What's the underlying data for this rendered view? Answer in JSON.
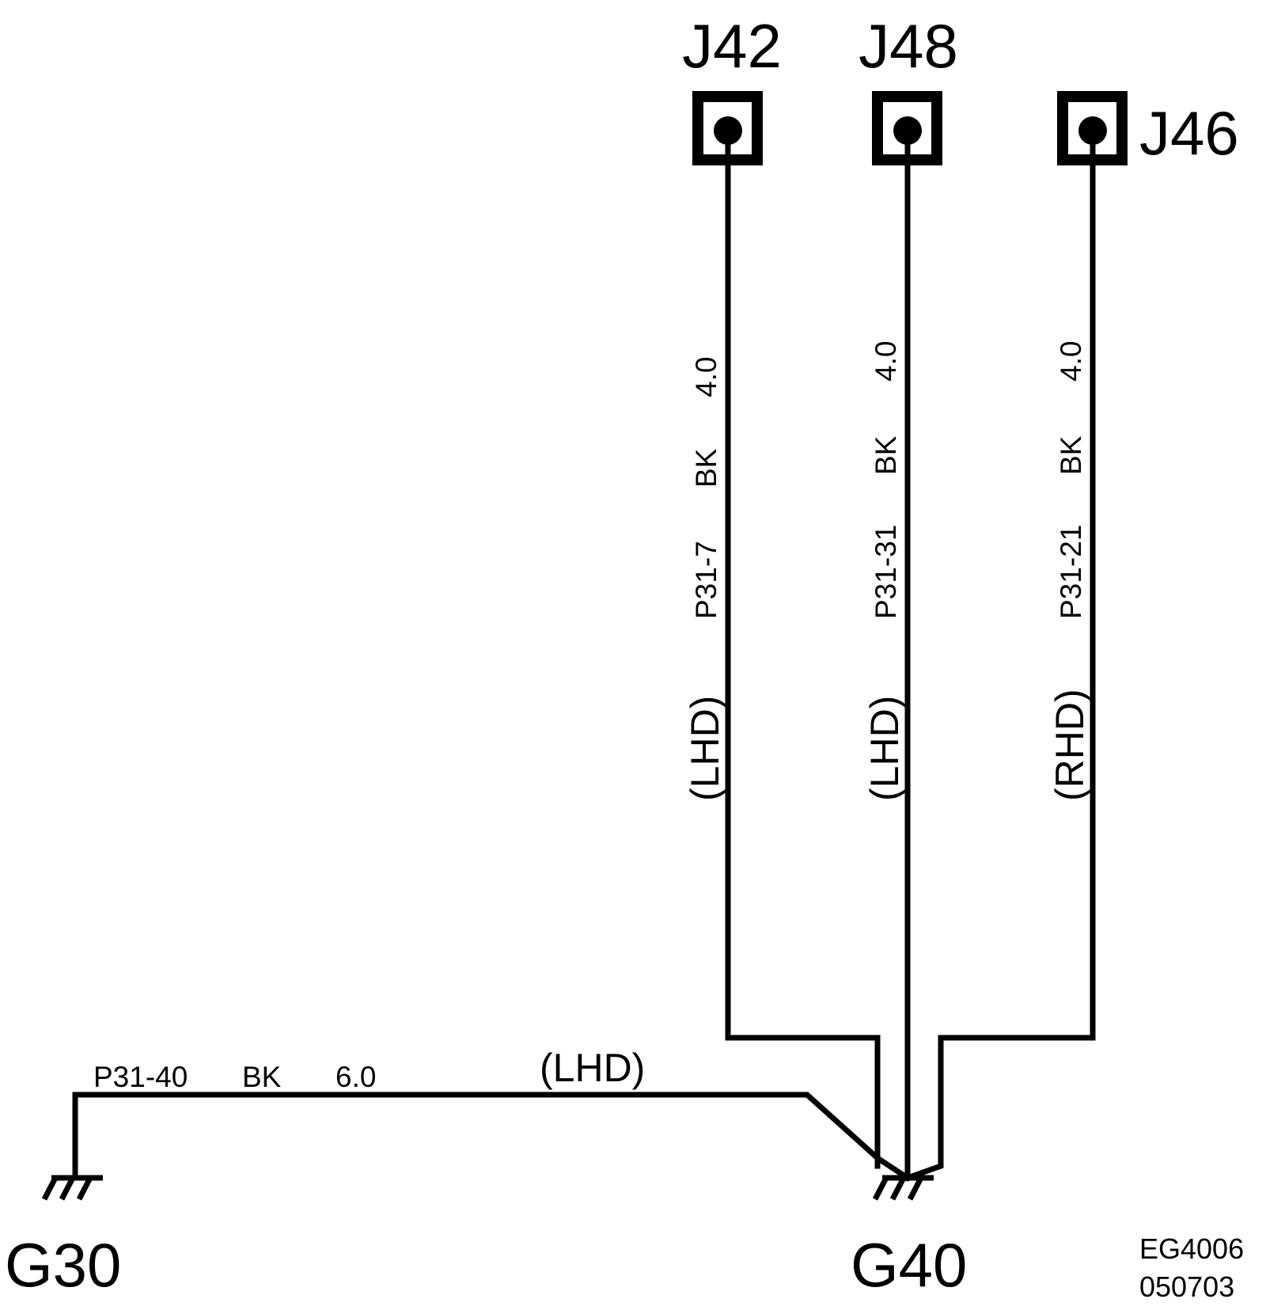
{
  "colors": {
    "line": "#000000",
    "background": "#ffffff"
  },
  "connectors": [
    {
      "id": "J42"
    },
    {
      "id": "J48"
    },
    {
      "id": "J46"
    }
  ],
  "branches": [
    {
      "circuit": "P31-7",
      "color": "BK",
      "gauge": "4.0",
      "variant": "(LHD)"
    },
    {
      "circuit": "P31-31",
      "color": "BK",
      "gauge": "4.0",
      "variant": "(LHD)"
    },
    {
      "circuit": "P31-21",
      "color": "BK",
      "gauge": "4.0",
      "variant": "(RHD)"
    }
  ],
  "horizontal_wire": {
    "circuit": "P31-40",
    "color": "BK",
    "gauge": "6.0",
    "variant": "(LHD)"
  },
  "grounds": [
    {
      "id": "G30",
      "icon": "ground-icon"
    },
    {
      "id": "G40",
      "icon": "ground-icon"
    }
  ],
  "reference": {
    "code": "EG4006",
    "date": "050703"
  }
}
